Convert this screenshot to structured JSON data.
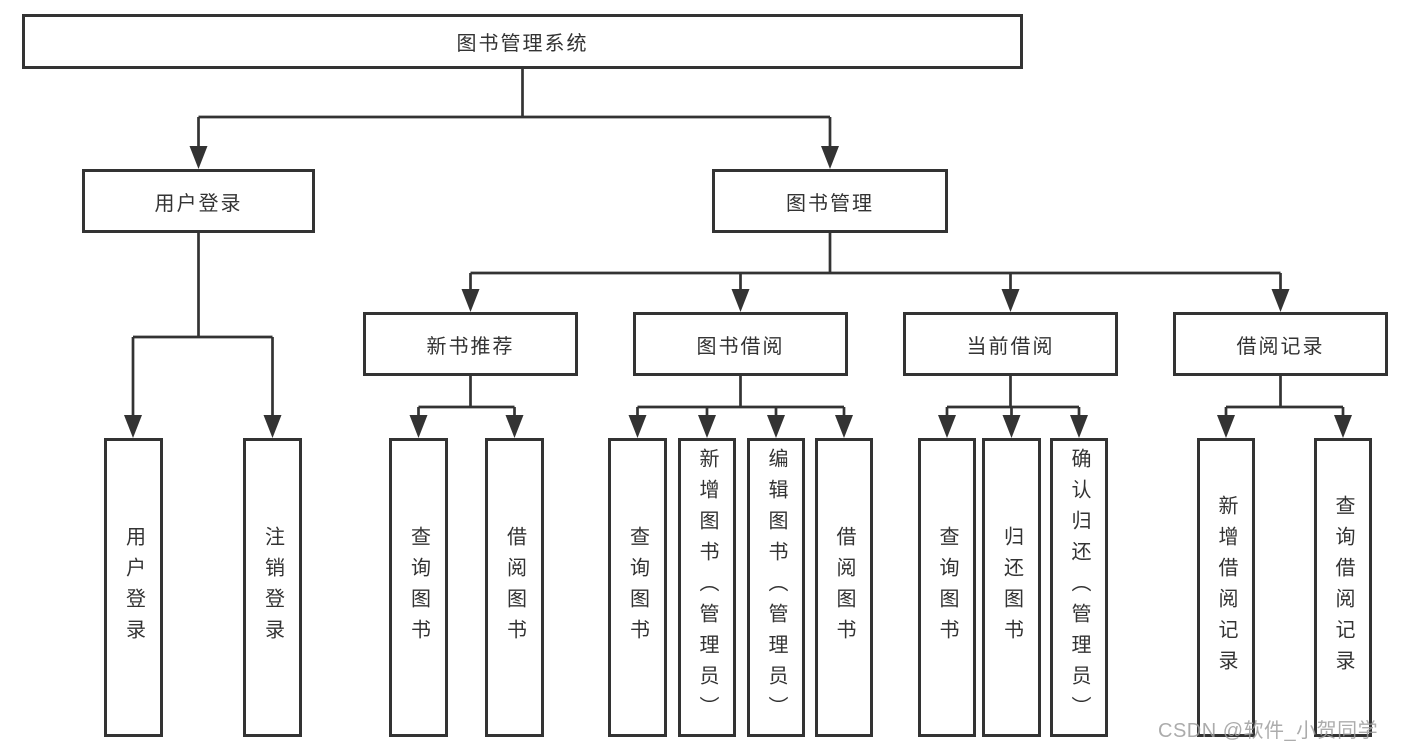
{
  "diagram_title": "图书管理系统",
  "watermark": "CSDN @软件_小贺同学",
  "colors": {
    "line": "#333333",
    "box_background": "#ffffff",
    "text": "#333333",
    "watermark": "#9e9e9e"
  },
  "nodes": {
    "root": {
      "label": "图书管理系统"
    },
    "user_login_group": {
      "label": "用户登录"
    },
    "book_mgmt": {
      "label": "图书管理"
    },
    "new_book_rec": {
      "label": "新书推荐"
    },
    "book_borrow": {
      "label": "图书借阅"
    },
    "current_borrow": {
      "label": "当前借阅"
    },
    "borrow_records": {
      "label": "借阅记录"
    },
    "leaf_user_login": {
      "label": "用户登录"
    },
    "leaf_logout": {
      "label": "注销登录"
    },
    "leaf_query_book_1": {
      "label": "查询图书"
    },
    "leaf_borrow_book_1": {
      "label": "借阅图书"
    },
    "leaf_query_book_2": {
      "label": "查询图书"
    },
    "leaf_add_book": {
      "label": "新增图书（管理员）"
    },
    "leaf_edit_book": {
      "label": "编辑图书（管理员）"
    },
    "leaf_borrow_book_2": {
      "label": "借阅图书"
    },
    "leaf_query_book_3": {
      "label": "查询图书"
    },
    "leaf_return_book": {
      "label": "归还图书"
    },
    "leaf_confirm_return": {
      "label": "确认归还（管理员）"
    },
    "leaf_add_record": {
      "label": "新增借阅记录"
    },
    "leaf_query_record": {
      "label": "查询借阅记录"
    }
  },
  "hierarchy": {
    "root": "图书管理系统",
    "children": [
      {
        "label": "用户登录",
        "children": [
          "用户登录",
          "注销登录"
        ]
      },
      {
        "label": "图书管理",
        "children": [
          {
            "label": "新书推荐",
            "children": [
              "查询图书",
              "借阅图书"
            ]
          },
          {
            "label": "图书借阅",
            "children": [
              "查询图书",
              "新增图书（管理员）",
              "编辑图书（管理员）",
              "借阅图书"
            ]
          },
          {
            "label": "当前借阅",
            "children": [
              "查询图书",
              "归还图书",
              "确认归还（管理员）"
            ]
          },
          {
            "label": "借阅记录",
            "children": [
              "新增借阅记录",
              "查询借阅记录"
            ]
          }
        ]
      }
    ]
  }
}
